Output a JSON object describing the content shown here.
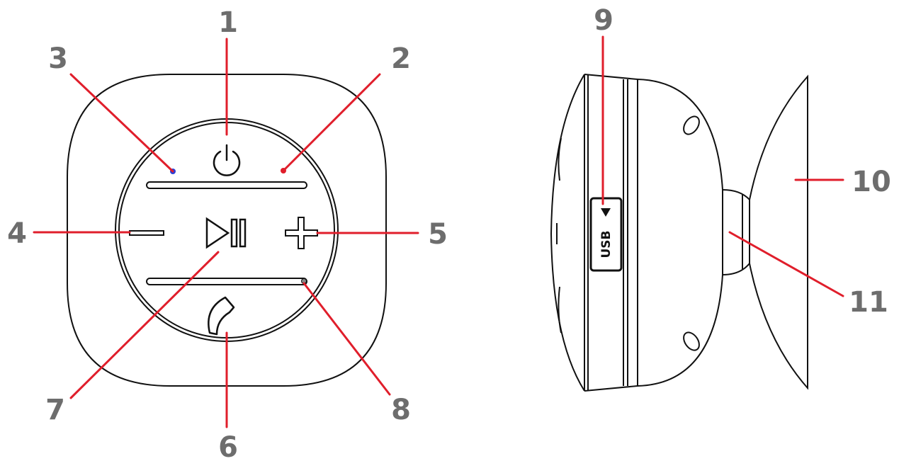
{
  "colors": {
    "line": "#e01e2b",
    "number": "#6d6d6d",
    "outline": "#111111",
    "led_blue": "#2b3fd6",
    "led_red": "#e01e2b"
  },
  "callouts": [
    {
      "id": "1",
      "label": "1",
      "part": "power-button"
    },
    {
      "id": "2",
      "label": "2",
      "part": "red-led"
    },
    {
      "id": "3",
      "label": "3",
      "part": "blue-led"
    },
    {
      "id": "4",
      "label": "4",
      "part": "volume-down-button"
    },
    {
      "id": "5",
      "label": "5",
      "part": "volume-up-button"
    },
    {
      "id": "6",
      "label": "6",
      "part": "call-button"
    },
    {
      "id": "7",
      "label": "7",
      "part": "play-pause-button"
    },
    {
      "id": "8",
      "label": "8",
      "part": "microphone"
    },
    {
      "id": "9",
      "label": "9",
      "part": "usb-port"
    },
    {
      "id": "10",
      "label": "10",
      "part": "suction-cup"
    },
    {
      "id": "11",
      "label": "11",
      "part": "suction-cup-neck"
    }
  ],
  "side_view": {
    "usb_label": "USB"
  },
  "icons": {
    "power": "power-icon",
    "minus": "minus-icon",
    "plus": "plus-icon",
    "play_pause": "play-pause-icon",
    "phone": "phone-icon",
    "usb_arrow": "usb-arrow-icon"
  }
}
